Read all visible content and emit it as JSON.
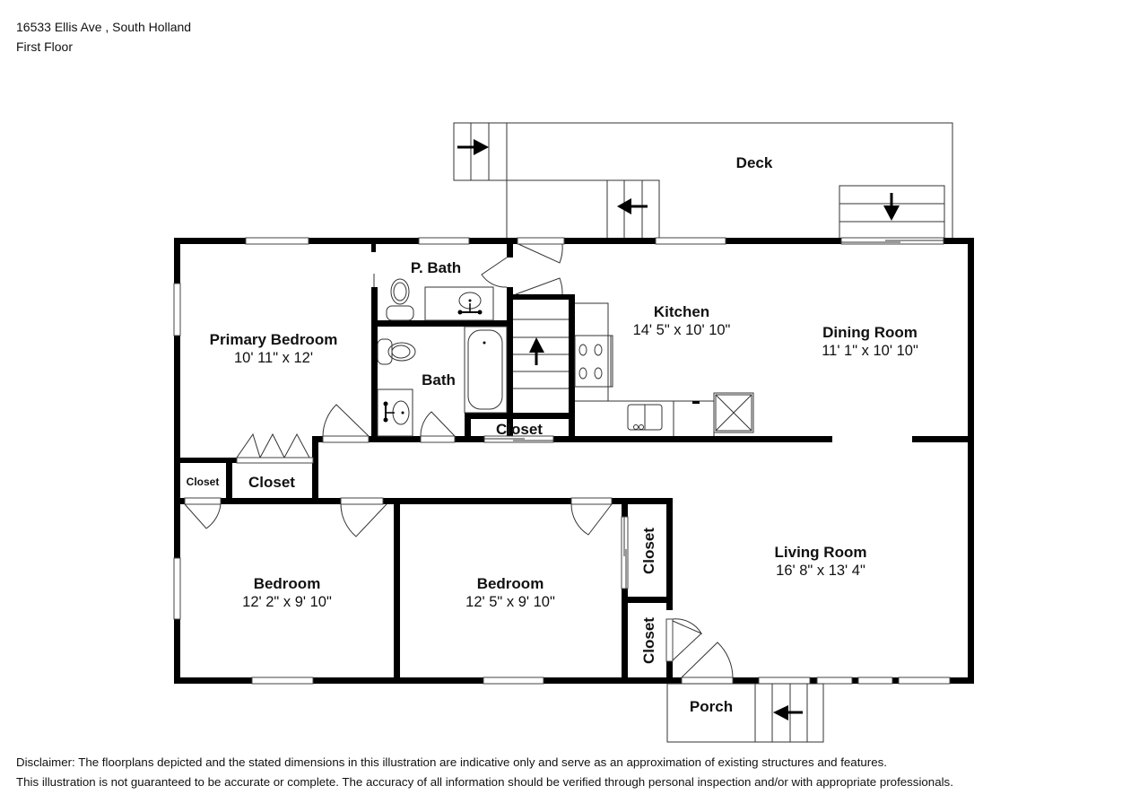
{
  "header": {
    "address": "16533 Ellis Ave , South Holland",
    "floor": "First Floor"
  },
  "rooms": {
    "deck": {
      "name": "Deck"
    },
    "p_bath": {
      "name": "P. Bath"
    },
    "bath": {
      "name": "Bath"
    },
    "primary_bedroom": {
      "name": "Primary Bedroom",
      "dimensions": "10' 11\" x 12'"
    },
    "kitchen": {
      "name": "Kitchen",
      "dimensions": "14' 5\" x 10' 10\""
    },
    "dining_room": {
      "name": "Dining Room",
      "dimensions": "11' 1\" x 10' 10\""
    },
    "hall_closet": {
      "name": "Closet"
    },
    "closet_small": {
      "name": "Closet"
    },
    "closet_primary": {
      "name": "Closet"
    },
    "bedroom_1": {
      "name": "Bedroom",
      "dimensions": "12' 2\" x 9' 10\""
    },
    "bedroom_2": {
      "name": "Bedroom",
      "dimensions": "12' 5\" x 9' 10\""
    },
    "closet_vertical_1": {
      "name": "Closet"
    },
    "closet_vertical_2": {
      "name": "Closet"
    },
    "living_room": {
      "name": "Living Room",
      "dimensions": "16' 8\" x 13' 4\""
    },
    "porch": {
      "name": "Porch"
    }
  },
  "disclaimer": {
    "line1": "Disclaimer: The floorplans depicted and the stated dimensions in this illustration are indicative only and serve as an approximation of existing structures and features.",
    "line2": "This illustration is not guaranteed to be accurate or complete. The accuracy of all information should be verified through personal inspection and/or with appropriate professionals."
  },
  "colors": {
    "wall": "#000000",
    "background": "#ffffff",
    "line": "#333333"
  }
}
